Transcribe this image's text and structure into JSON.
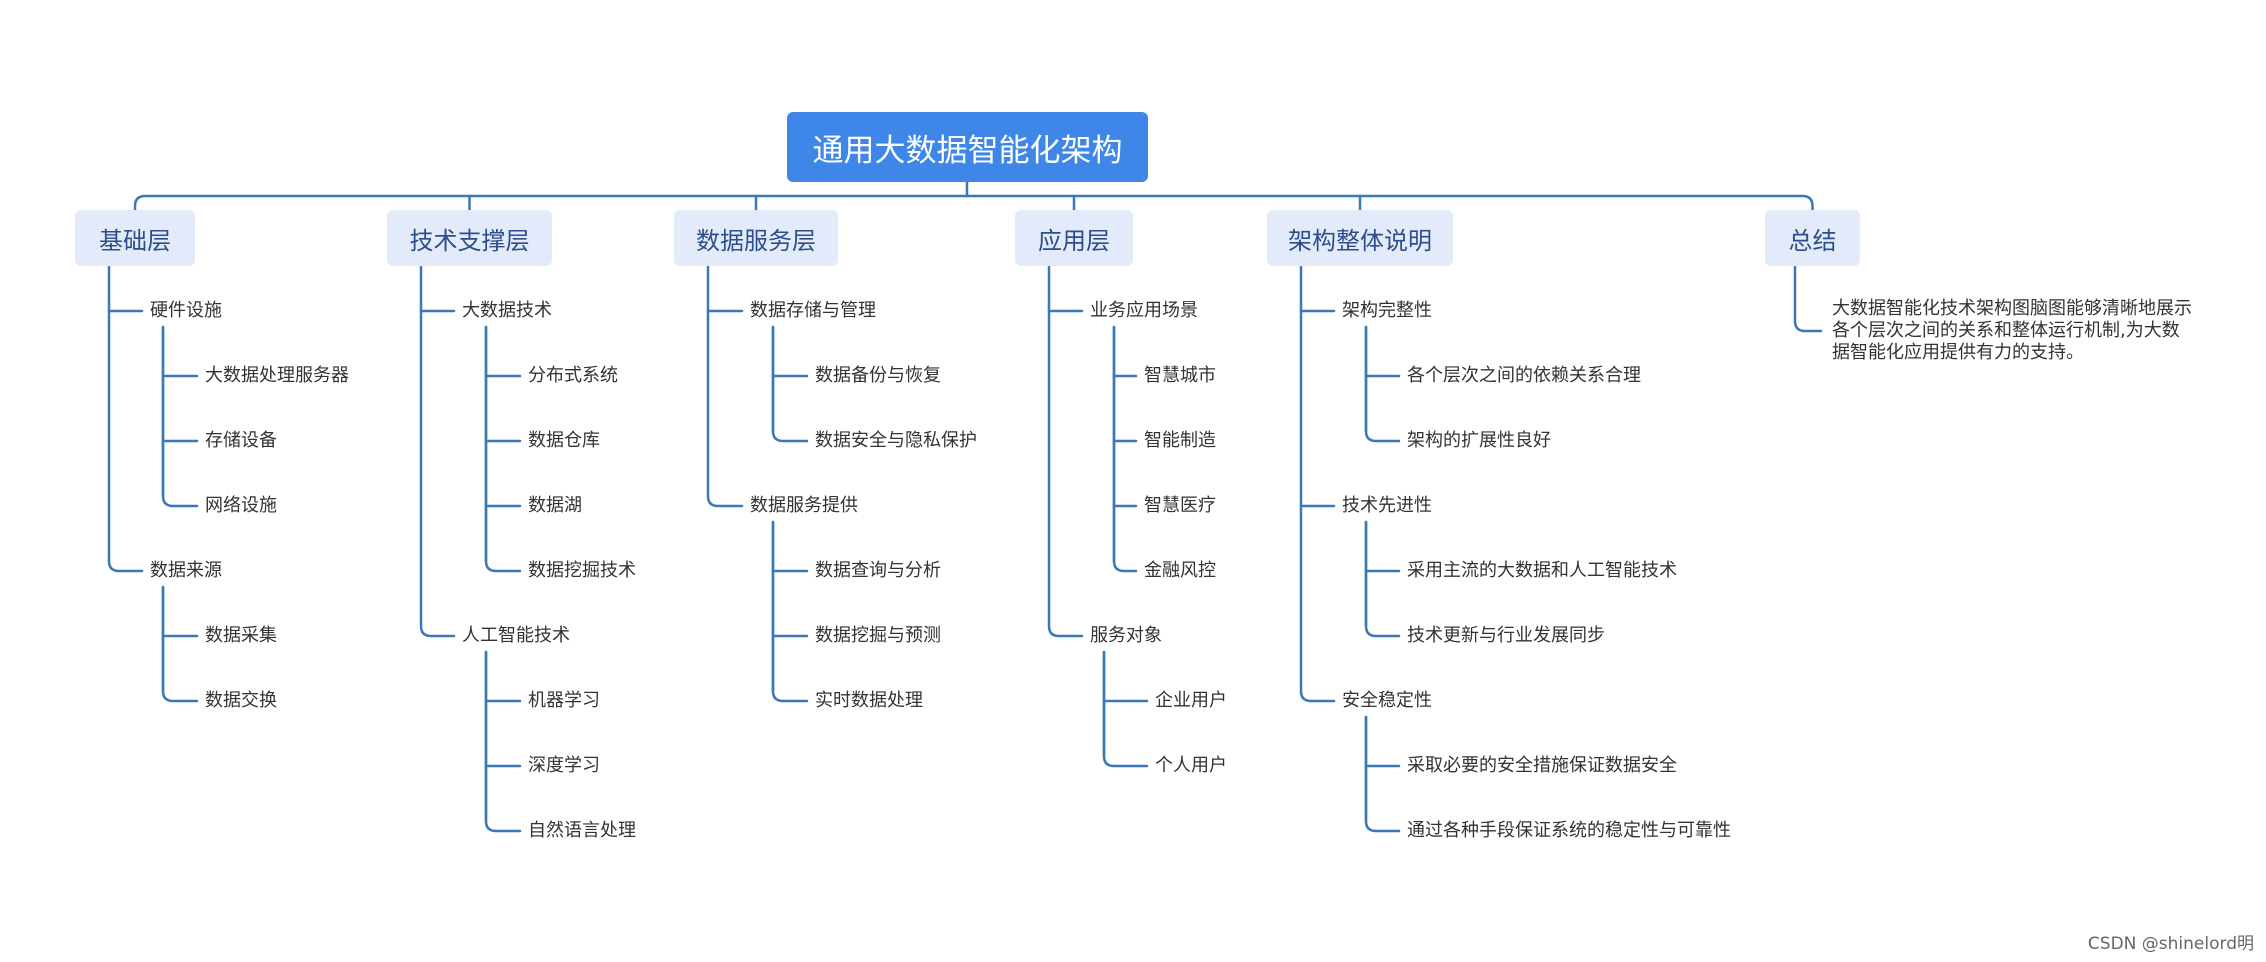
{
  "title": "通用大数据智能化架构",
  "columns": [
    {
      "label": "基础层",
      "groups": [
        {
          "label": "硬件设施",
          "items": [
            "大数据处理服务器",
            "存储设备",
            "网络设施"
          ]
        },
        {
          "label": "数据来源",
          "items": [
            "数据采集",
            "数据交换"
          ]
        }
      ]
    },
    {
      "label": "技术支撑层",
      "groups": [
        {
          "label": "大数据技术",
          "items": [
            "分布式系统",
            "数据仓库",
            "数据湖",
            "数据挖掘技术"
          ]
        },
        {
          "label": "人工智能技术",
          "items": [
            "机器学习",
            "深度学习",
            "自然语言处理"
          ]
        }
      ]
    },
    {
      "label": "数据服务层",
      "groups": [
        {
          "label": "数据存储与管理",
          "items": [
            "数据备份与恢复",
            "数据安全与隐私保护"
          ]
        },
        {
          "label": "数据服务提供",
          "items": [
            "数据查询与分析",
            "数据挖掘与预测",
            "实时数据处理"
          ]
        }
      ]
    },
    {
      "label": "应用层",
      "groups": [
        {
          "label": "业务应用场景",
          "items": [
            "智慧城市",
            "智能制造",
            "智慧医疗",
            "金融风控"
          ]
        },
        {
          "label": "服务对象",
          "items": [
            "企业用户",
            "个人用户"
          ]
        }
      ]
    },
    {
      "label": "架构整体说明",
      "groups": [
        {
          "label": "架构完整性",
          "items": [
            "各个层次之间的依赖关系合理",
            "架构的扩展性良好"
          ]
        },
        {
          "label": "技术先进性",
          "items": [
            "采用主流的大数据和人工智能技术",
            "技术更新与行业发展同步"
          ]
        },
        {
          "label": "安全稳定性",
          "items": [
            "采取必要的安全措施保证数据安全",
            "通过各种手段保证系统的稳定性与可靠性"
          ]
        }
      ]
    },
    {
      "label": "总结",
      "summary_lines": [
        "大数据智能化技术架构图脑图能够清晰地展示",
        "各个层次之间的关系和整体运行机制,为大数",
        "据智能化应用提供有力的支持。"
      ]
    }
  ],
  "watermark": "CSDN @shinelord明",
  "colors": {
    "root_fill": "#3e86e8",
    "column_fill": "#e3ebfa",
    "column_text": "#2c4f8c",
    "connector": "#3a78b8",
    "text": "#333333"
  }
}
